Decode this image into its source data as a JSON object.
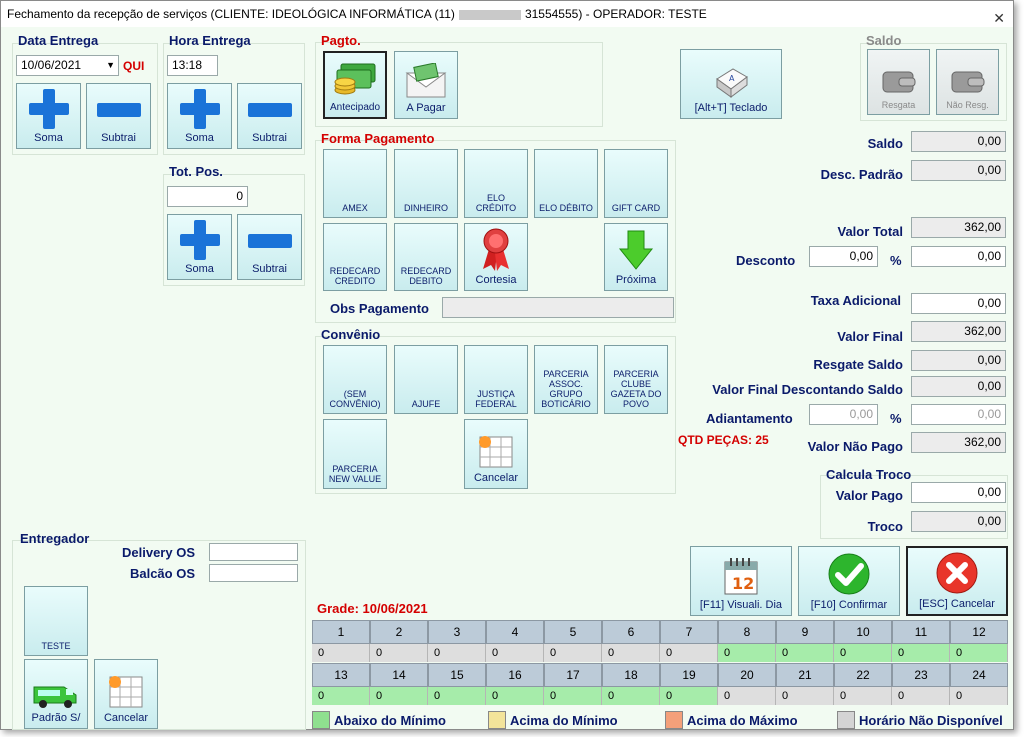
{
  "window": {
    "title_prefix": "Fechamento da recepção de serviços (CLIENTE: IDEOLÓGICA INFORMÁTICA (11)",
    "title_suffix": "31554555) - OPERADOR: TESTE",
    "close": "✕"
  },
  "data_entrega": {
    "label": "Data Entrega",
    "value": "10/06/2021",
    "weekday": "QUI",
    "soma": "Soma",
    "subtrai": "Subtrai"
  },
  "hora_entrega": {
    "label": "Hora Entrega",
    "value": "13:18",
    "soma": "Soma",
    "subtrai": "Subtrai"
  },
  "tot_pos": {
    "label": "Tot. Pos.",
    "value": "0",
    "soma": "Soma",
    "subtrai": "Subtrai"
  },
  "pagto": {
    "label": "Pagto.",
    "antecipado": "Antecipado",
    "a_pagar": "A Pagar"
  },
  "teclado": {
    "label": "[Alt+T] Teclado"
  },
  "saldo_group": {
    "label": "Saldo",
    "resgata": "Resgata",
    "nao_resg": "Não Resg."
  },
  "forma_pagamento": {
    "label": "Forma Pagamento",
    "row1": [
      "AMEX",
      "DINHEIRO",
      "ELO\nCRÉDITO",
      "ELO DÉBITO",
      "GIFT CARD"
    ],
    "row2": [
      "REDECARD\nCREDITO",
      "REDECARD\nDEBITO"
    ],
    "cortesia": "Cortesia",
    "proxima": "Próxima",
    "obs_label": "Obs Pagamento",
    "obs_value": ""
  },
  "convenio": {
    "label": "Convênio",
    "row1": [
      "(SEM\nCONVÊNIO)",
      "AJUFE",
      "JUSTIÇA\nFEDERAL",
      "PARCERIA\nASSOC.\nGRUPO\nBOTICÁRIO",
      "PARCERIA\nCLUBE\nGAZETA DO\nPOVO"
    ],
    "row2": [
      "PARCERIA\nNEW VALUE"
    ],
    "cancelar": "Cancelar"
  },
  "qtd_pecas": "QTD PEÇAS: 25",
  "valores": {
    "saldo_label": "Saldo",
    "saldo": "0,00",
    "desc_padrao_label": "Desc. Padrão",
    "desc_padrao": "0,00",
    "valor_total_label": "Valor Total",
    "valor_total": "362,00",
    "desconto_label": "Desconto",
    "desconto_pct": "0,00",
    "pct": "%",
    "desconto": "0,00",
    "taxa_label": "Taxa Adicional",
    "taxa": "0,00",
    "valor_final_label": "Valor Final",
    "valor_final": "362,00",
    "resgate_label": "Resgate Saldo",
    "resgate": "0,00",
    "vfds_label": "Valor Final Descontando Saldo",
    "vfds": "0,00",
    "adiantamento_label": "Adiantamento",
    "adiantamento_pct": "0,00",
    "adiantamento": "0,00",
    "nao_pago_label": "Valor Não Pago",
    "nao_pago": "362,00"
  },
  "troco": {
    "label": "Calcula Troco",
    "valor_pago_label": "Valor Pago",
    "valor_pago": "0,00",
    "troco_label": "Troco",
    "troco": "0,00"
  },
  "acoes": {
    "visuali": "[F11] Visuali. Dia",
    "confirmar": "[F10] Confirmar",
    "cancelar": "[ESC] Cancelar",
    "cal_day": "12"
  },
  "entregador": {
    "label": "Entregador",
    "delivery_label": "Delivery OS",
    "delivery": "",
    "balcao_label": "Balcão OS",
    "balcao": "",
    "teste": "TESTE",
    "padrao": "Padrão S/",
    "cancelar": "Cancelar"
  },
  "grade": {
    "label": "Grade: 10/06/2021",
    "row1": [
      {
        "h": "1",
        "v": "0",
        "s": "n"
      },
      {
        "h": "2",
        "v": "0",
        "s": "n"
      },
      {
        "h": "3",
        "v": "0",
        "s": "n"
      },
      {
        "h": "4",
        "v": "0",
        "s": "n"
      },
      {
        "h": "5",
        "v": "0",
        "s": "n"
      },
      {
        "h": "6",
        "v": "0",
        "s": "n"
      },
      {
        "h": "7",
        "v": "0",
        "s": "n"
      },
      {
        "h": "8",
        "v": "0",
        "s": "g"
      },
      {
        "h": "9",
        "v": "0",
        "s": "g"
      },
      {
        "h": "10",
        "v": "0",
        "s": "g"
      },
      {
        "h": "11",
        "v": "0",
        "s": "g"
      },
      {
        "h": "12",
        "v": "0",
        "s": "g"
      }
    ],
    "row2": [
      {
        "h": "13",
        "v": "0",
        "s": "g"
      },
      {
        "h": "14",
        "v": "0",
        "s": "g"
      },
      {
        "h": "15",
        "v": "0",
        "s": "g"
      },
      {
        "h": "16",
        "v": "0",
        "s": "g"
      },
      {
        "h": "17",
        "v": "0",
        "s": "g"
      },
      {
        "h": "18",
        "v": "0",
        "s": "g"
      },
      {
        "h": "19",
        "v": "0",
        "s": "g"
      },
      {
        "h": "20",
        "v": "0",
        "s": "n"
      },
      {
        "h": "21",
        "v": "0",
        "s": "n"
      },
      {
        "h": "22",
        "v": "0",
        "s": "n"
      },
      {
        "h": "23",
        "v": "0",
        "s": "n"
      },
      {
        "h": "24",
        "v": "0",
        "s": "n"
      }
    ]
  },
  "legend": [
    {
      "label": "Abaixo do Mínimo",
      "color": "#8fe08f"
    },
    {
      "label": "Acima do Mínimo",
      "color": "#f3e49a"
    },
    {
      "label": "Acima do Máximo",
      "color": "#f4a07a"
    },
    {
      "label": "Horário Não Disponível",
      "color": "#d4d4d4"
    }
  ],
  "colors": {
    "green": "#a6ecaa",
    "gray": "#dedede",
    "header": "#bccbd8"
  }
}
